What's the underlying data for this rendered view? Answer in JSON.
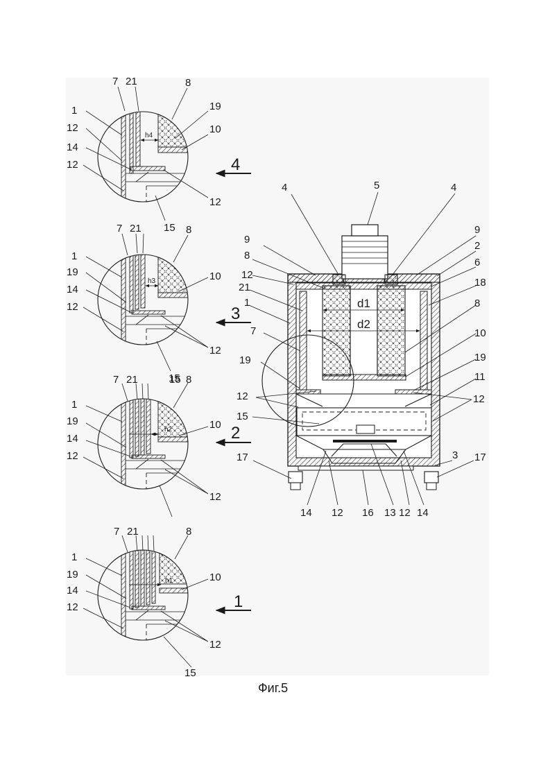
{
  "figure": {
    "caption": "Фиг.5",
    "main_labels": {
      "l4a": "4",
      "l5": "5",
      "l4b": "4",
      "l9a": "9",
      "l9b": "9",
      "l2": "2",
      "l8a": "8",
      "l6": "6",
      "l12a": "12",
      "l18": "18",
      "l21": "21",
      "l8b": "8",
      "l1": "1",
      "l7": "7",
      "l10": "10",
      "l19a": "19",
      "l19b": "19",
      "l11": "11",
      "l12b": "12",
      "l12c": "12",
      "l15": "15",
      "l3": "3",
      "l17a": "17",
      "l17b": "17",
      "l14a": "14",
      "l12d": "12",
      "l16": "16",
      "l13": "13",
      "l12e": "12",
      "l14b": "14",
      "d1": "d1",
      "d2": "d2"
    },
    "details": [
      {
        "step": "4",
        "dim": "h4",
        "labels": {
          "a": "7",
          "b": "21",
          "c": "8",
          "d": "1",
          "e": "19",
          "f": "12",
          "g": "10",
          "h": "14",
          "i": "12",
          "j": "12",
          "k": "15"
        }
      },
      {
        "step": "3",
        "dim": "h3",
        "labels": {
          "a": "7",
          "b": "21",
          "c": "8",
          "d": "1",
          "e": "19",
          "f": "10",
          "g": "14",
          "h": "12",
          "i": "12",
          "j": "15"
        }
      },
      {
        "step": "2",
        "dim": "h2",
        "labels": {
          "a": "7",
          "b": "21",
          "c": "15",
          "d": "8",
          "e": "1",
          "f": "19",
          "g": "10",
          "h": "14",
          "i": "12",
          "j": "12"
        }
      },
      {
        "step": "1",
        "dim": "h1",
        "labels": {
          "a": "7",
          "b": "21",
          "c": "8",
          "d": "1",
          "e": "19",
          "f": "10",
          "g": "14",
          "h": "12",
          "i": "12",
          "j": "15"
        }
      }
    ]
  }
}
